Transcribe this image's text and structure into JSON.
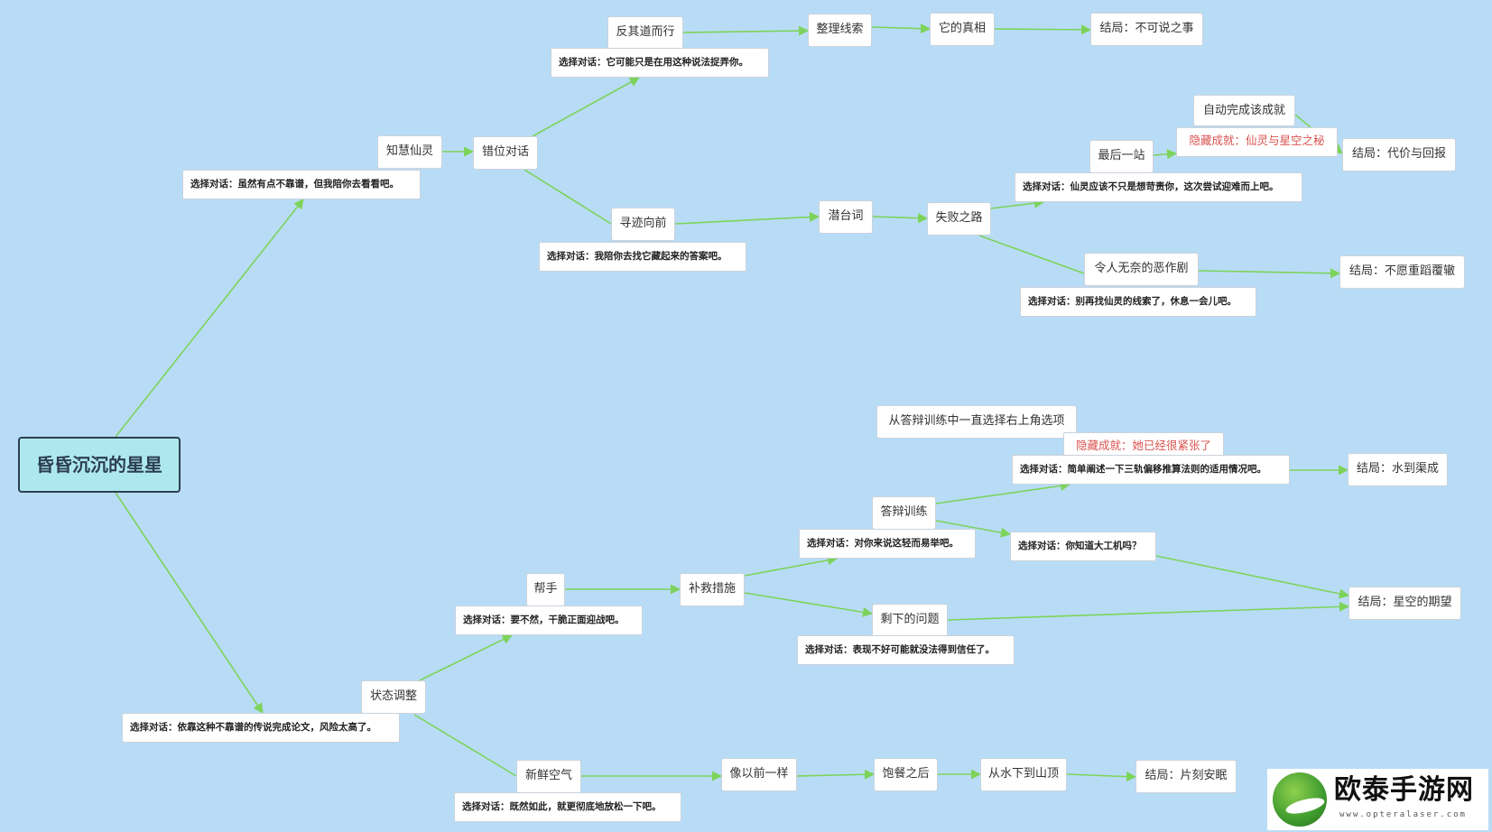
{
  "root": "昏昏沉沉的星星",
  "upper": {
    "zhihui": "知慧仙灵",
    "dlg_zhihui": "选择对话：虽然有点不靠谱，但我陪你去看看吧。",
    "cuowei": "错位对话",
    "fanqi": "反其道而行",
    "dlg_fanqi": "选择对话：它可能只是在用这种说法捉弄你。",
    "zhengli": "整理线索",
    "zhenxiang": "它的真相",
    "end_bukeshuo": "结局：不可说之事",
    "xunji": "寻迹向前",
    "dlg_xunji": "选择对话：我陪你去找它藏起来的答案吧。",
    "qiantaici": "潜台词",
    "shibai": "失败之路",
    "zuihou": "最后一站",
    "dlg_zuihou": "选择对话：仙灵应该不只是想苛责你，这次尝试迎难而上吧。",
    "auto_ach": "自动完成该成就",
    "hidden_xingkong": "隐藏成就：仙灵与星空之秘",
    "end_daijia": "结局：代价与回报",
    "erzuoju": "令人无奈的恶作剧",
    "dlg_erzuoju": "选择对话：别再找仙灵的线索了，休息一会儿吧。",
    "end_buyuan": "结局：不愿重蹈覆辙"
  },
  "lower": {
    "dlg_zhuangtai": "选择对话：依靠这种不靠谱的传说完成论文，风险太高了。",
    "zhuangtai": "状态调整",
    "bangshou": "帮手",
    "dlg_bangshou": "选择对话：要不然，干脆正面迎战吧。",
    "bujiu": "补救措施",
    "dabian": "答辩训练",
    "dlg_dabian": "选择对话：对你来说这轻而易举吧。",
    "from_dabian": "从答辩训练中一直选择右上角选项",
    "hidden_jinzhang": "隐藏成就：她已经很紧张了",
    "dlg_sanzhou": "选择对话：简单阐述一下三轨偏移推算法则的适用情况吧。",
    "end_shuidao": "结局：水到渠成",
    "dlg_dagongji": "选择对话：你知道大工机吗？",
    "end_qiwang": "结局：星空的期望",
    "shengxia": "剩下的问题",
    "dlg_shengxia": "选择对话：表现不好可能就没法得到信任了。",
    "xinxian": "新鲜空气",
    "dlg_xinxian": "选择对话：既然如此，就更彻底地放松一下吧。",
    "xiangyiqian": "像以前一样",
    "baocan": "饱餐之后",
    "shuixia": "从水下到山顶",
    "end_pianke": "结局：片刻安眠"
  },
  "logo": {
    "title": "欧泰手游网",
    "url": "www.opteralaser.com"
  },
  "colors": {
    "background": "#b9dcf6",
    "edge": "#7dd35a",
    "root_fill": "#aee8ef",
    "hidden_text": "#d9534f"
  }
}
